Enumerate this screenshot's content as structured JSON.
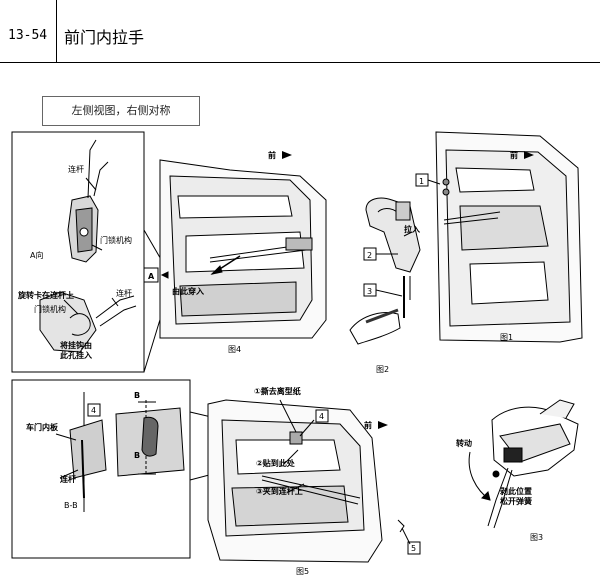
{
  "header": {
    "page_number": "13-54",
    "title": "前门内拉手"
  },
  "note": "左侧视图，右侧对称",
  "labels": {
    "link_rod": "连杆",
    "door_lock_mechanism": "门锁机构",
    "view_a": "A向",
    "rotate_onto_rod": "旋转卡在连杆上",
    "door_lock_mechanism_2": "门锁机构",
    "link_rod_2": "连杆",
    "hook_into_rod_hole_1": "将挂钩由",
    "hook_into_rod_hole_2": "此孔挂入",
    "front_fig4": "前",
    "pass_through_here": "由此穿入",
    "marker_a": "A",
    "fig4": "图4",
    "pull_in": "拉入",
    "fig2": "图2",
    "front_fig1": "前",
    "fig1": "图1",
    "door_inner_panel": "车门内板",
    "link_rod_3": "连杆",
    "section_bb": "B-B",
    "b_mark_top": "B",
    "b_mark_bottom": "B",
    "step1": "①撕去离型纸",
    "step2": "②贴到此处",
    "step3": "③夹到连杆上",
    "front_fig5": "前",
    "fig5": "图5",
    "rotate": "转动",
    "cut_here_1": "剥此位置",
    "cut_here_2": "松开弹簧",
    "fig3": "图3",
    "callout_1": "1",
    "callout_2": "2",
    "callout_3": "3",
    "callout_4a": "4",
    "callout_4b": "4",
    "callout_5": "5"
  }
}
